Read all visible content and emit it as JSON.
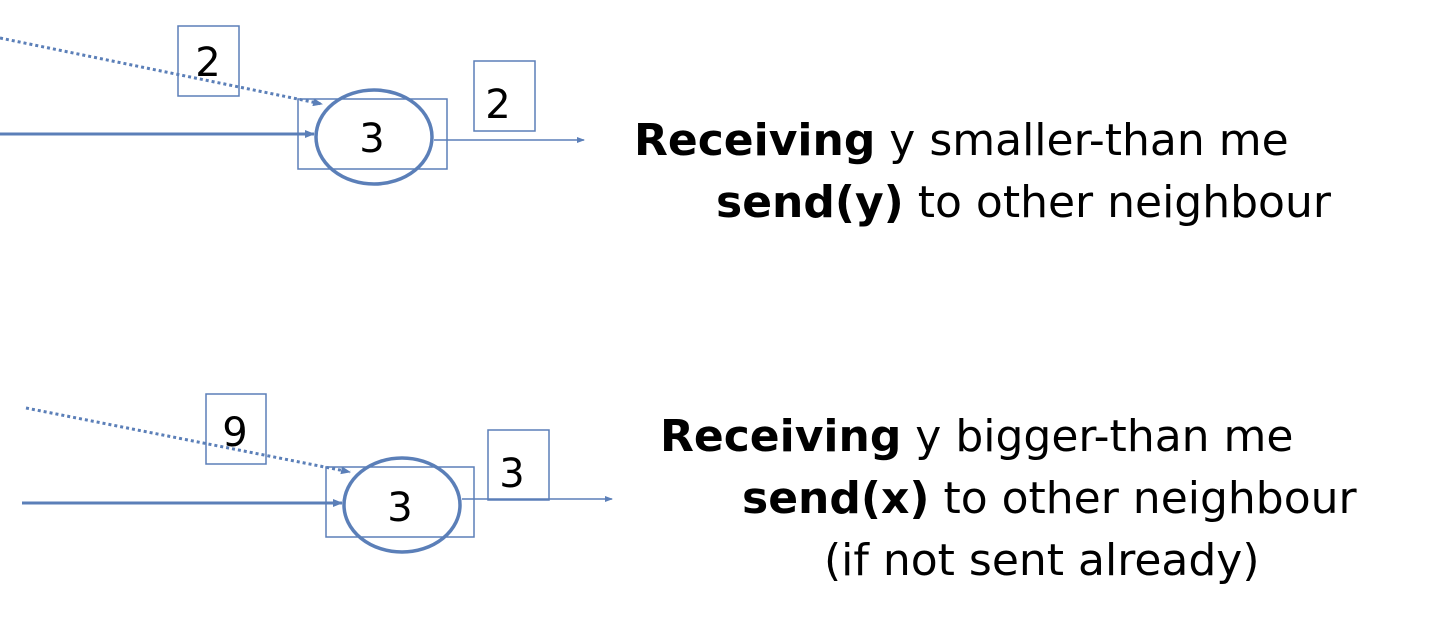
{
  "colors": {
    "stroke": "#5b7fb8",
    "text": "#000000",
    "background": "#ffffff"
  },
  "scenario_1": {
    "incoming_message": "2",
    "node_value": "3",
    "outgoing_message": "2",
    "caption": {
      "line1_bold": "Receiving",
      "line1_rest": " y smaller-than me",
      "line2_bold": "send(y)",
      "line2_rest": " to other neighbour"
    }
  },
  "scenario_2": {
    "incoming_message": "9",
    "node_value": "3",
    "outgoing_message": "3",
    "caption": {
      "line1_bold": "Receiving",
      "line1_rest": " y bigger-than me",
      "line2_bold": "send(x)",
      "line2_rest": " to other neighbour",
      "line3": "(if not sent already)"
    }
  }
}
